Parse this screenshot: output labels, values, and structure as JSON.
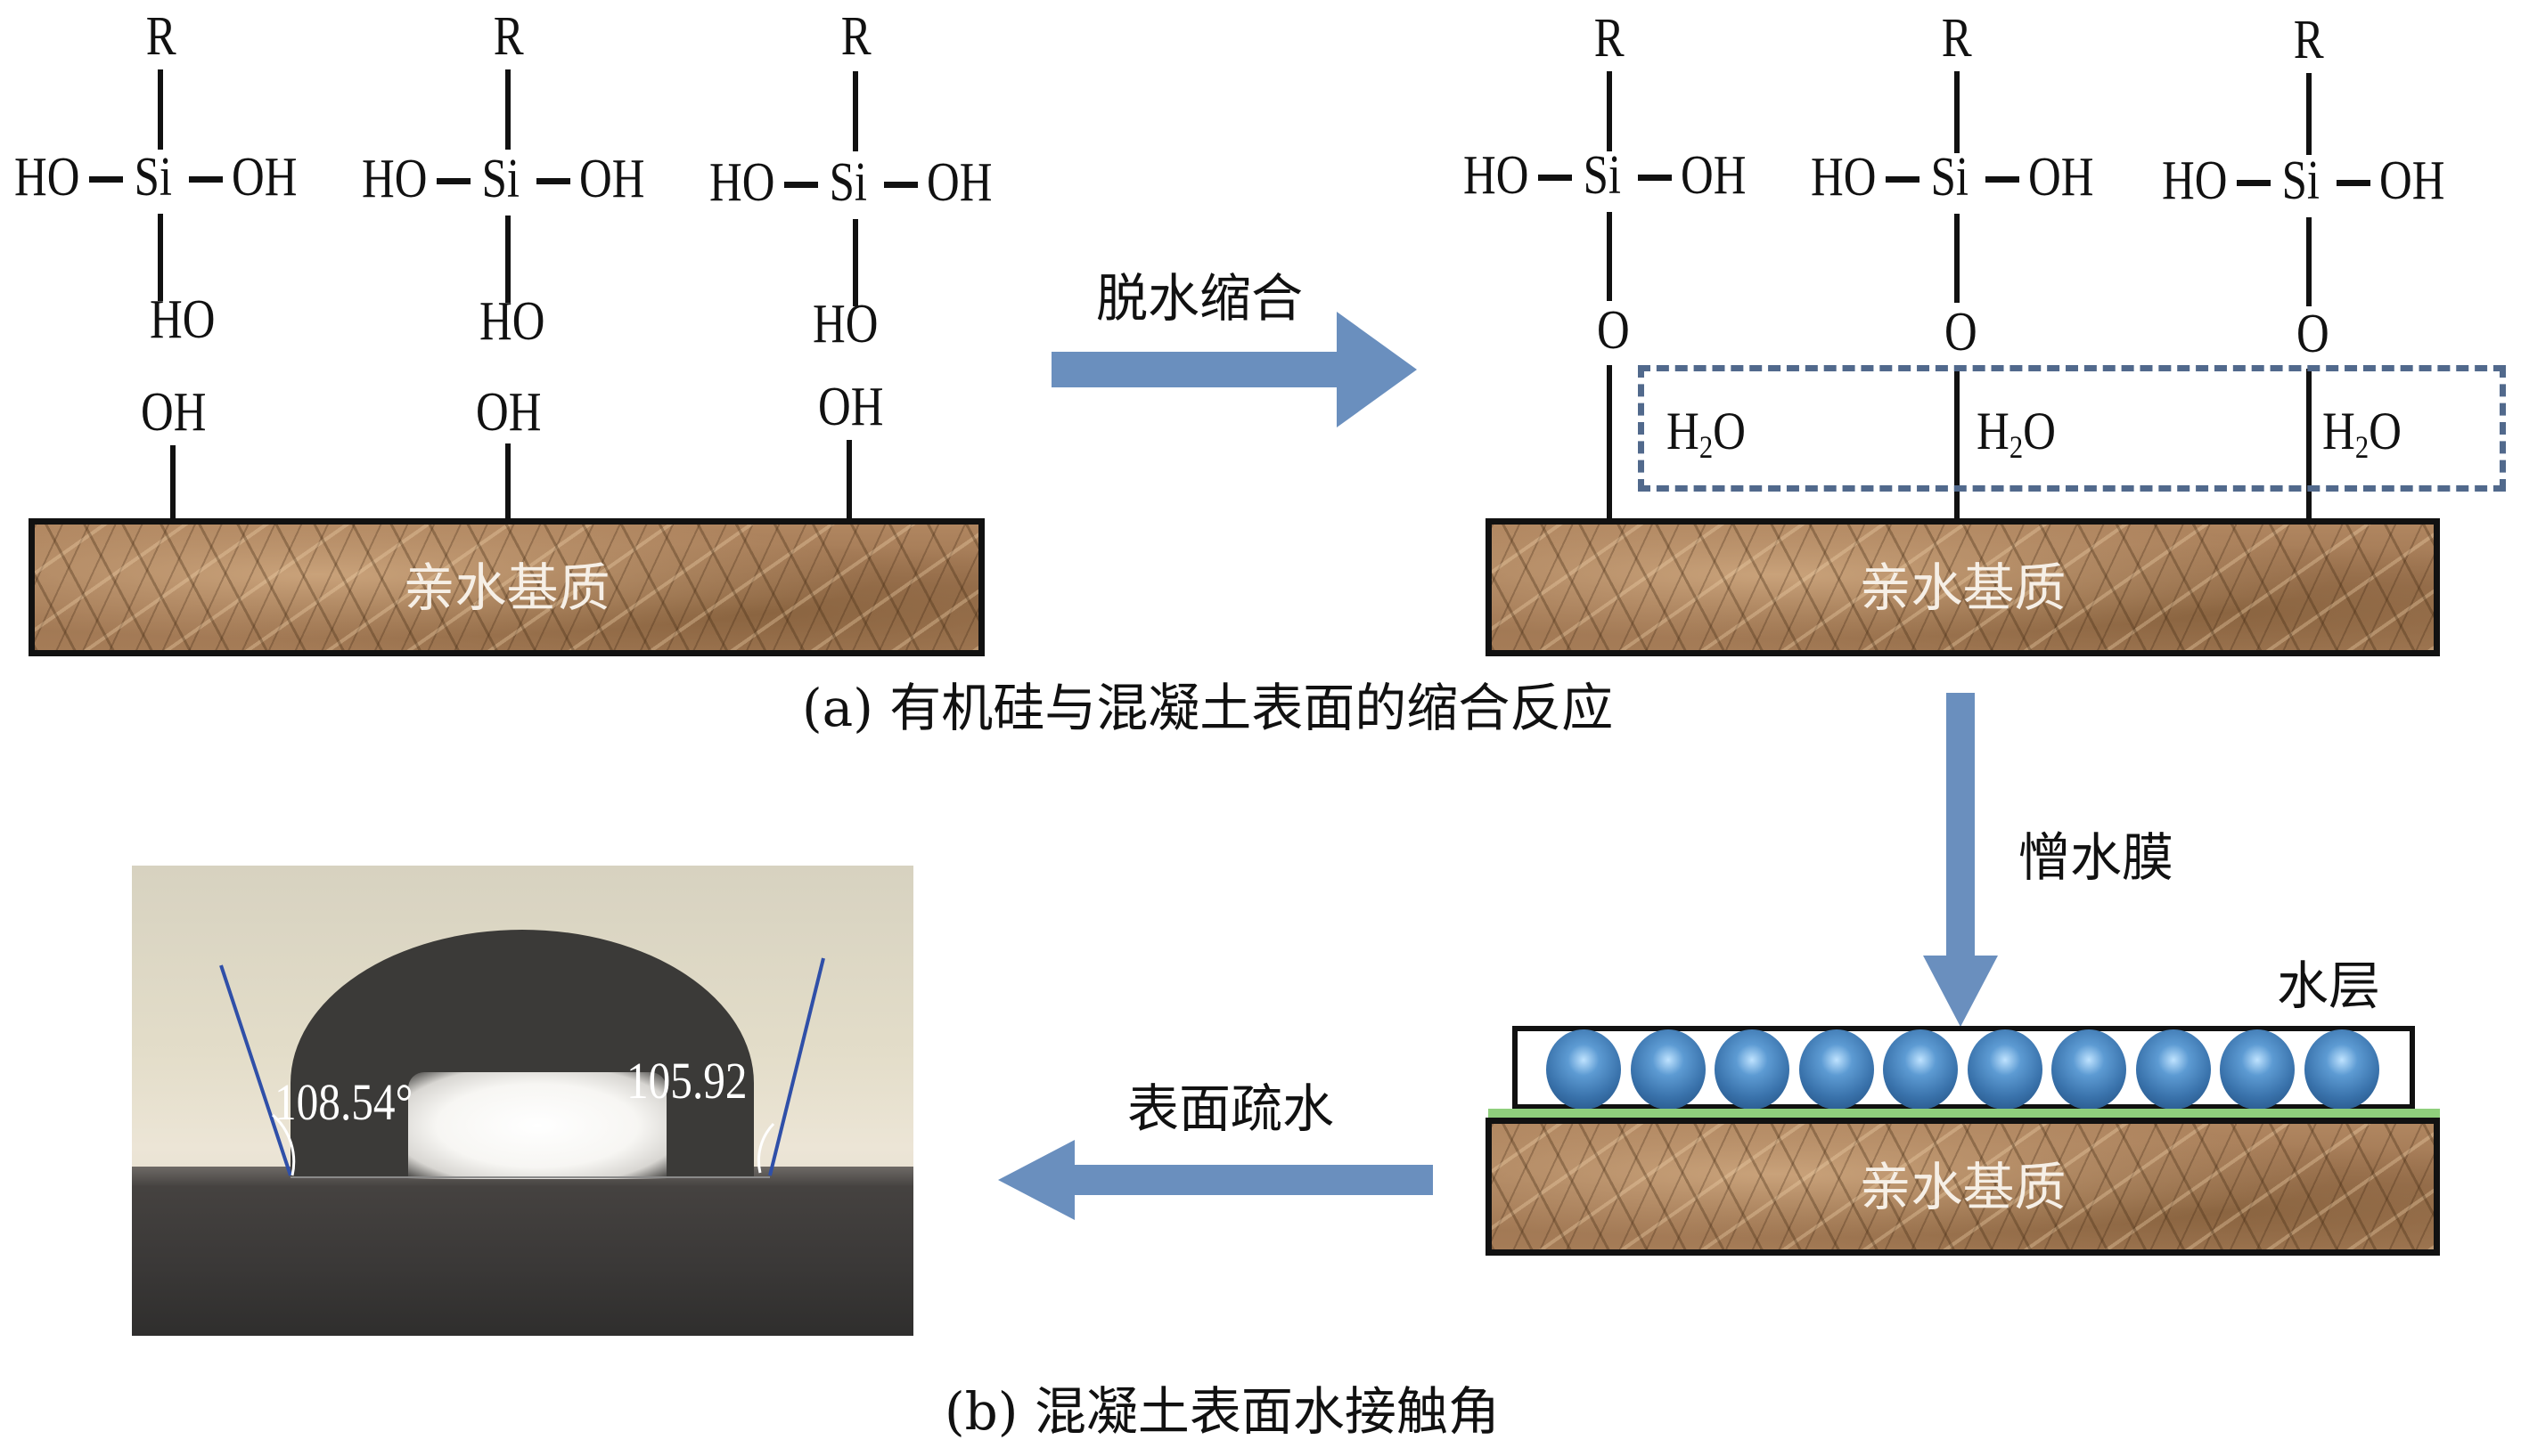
{
  "figure": {
    "panel_a": {
      "caption": "(a) 有机硅与混凝土表面的缩合反应",
      "reactants": {
        "molecules": [
          {
            "top": "R",
            "left": "HO",
            "center": "Si",
            "right": "OH",
            "bottom": "HO"
          },
          {
            "top": "R",
            "left": "HO",
            "center": "Si",
            "right": "OH",
            "bottom": "HO"
          },
          {
            "top": "R",
            "left": "HO",
            "center": "Si",
            "right": "OH",
            "bottom": "HO"
          }
        ],
        "surface_groups": [
          "OH",
          "OH",
          "OH"
        ],
        "substrate_label": "亲水基质"
      },
      "reaction_arrow_label": "脱水缩合",
      "products": {
        "molecules": [
          {
            "top": "R",
            "left": "HO",
            "center": "Si",
            "right": "OH",
            "bottom": "O"
          },
          {
            "top": "R",
            "left": "HO",
            "center": "Si",
            "right": "OH",
            "bottom": "O"
          },
          {
            "top": "R",
            "left": "HO",
            "center": "Si",
            "right": "OH",
            "bottom": "O"
          }
        ],
        "byproducts": [
          {
            "main": "H",
            "sub": "2",
            "tail": "O"
          },
          {
            "main": "H",
            "sub": "2",
            "tail": "O"
          },
          {
            "main": "H",
            "sub": "2",
            "tail": "O"
          }
        ],
        "substrate_label": "亲水基质"
      }
    },
    "film_arrow_label": "憎水膜",
    "water_layer": {
      "label": "水层",
      "droplet_count": 10,
      "substrate_label": "亲水基质"
    },
    "hydrophobic_arrow_label": "表面疏水",
    "panel_b": {
      "caption": "(b) 混凝土表面水接触角",
      "left_angle": "108.54°",
      "right_angle": "105.92"
    },
    "colors": {
      "arrow": "#6a8fbe",
      "dash_box": "#51698c",
      "film": "#8fcf7c",
      "droplet": "#3a73ac",
      "substrate": "#a57c57"
    }
  }
}
